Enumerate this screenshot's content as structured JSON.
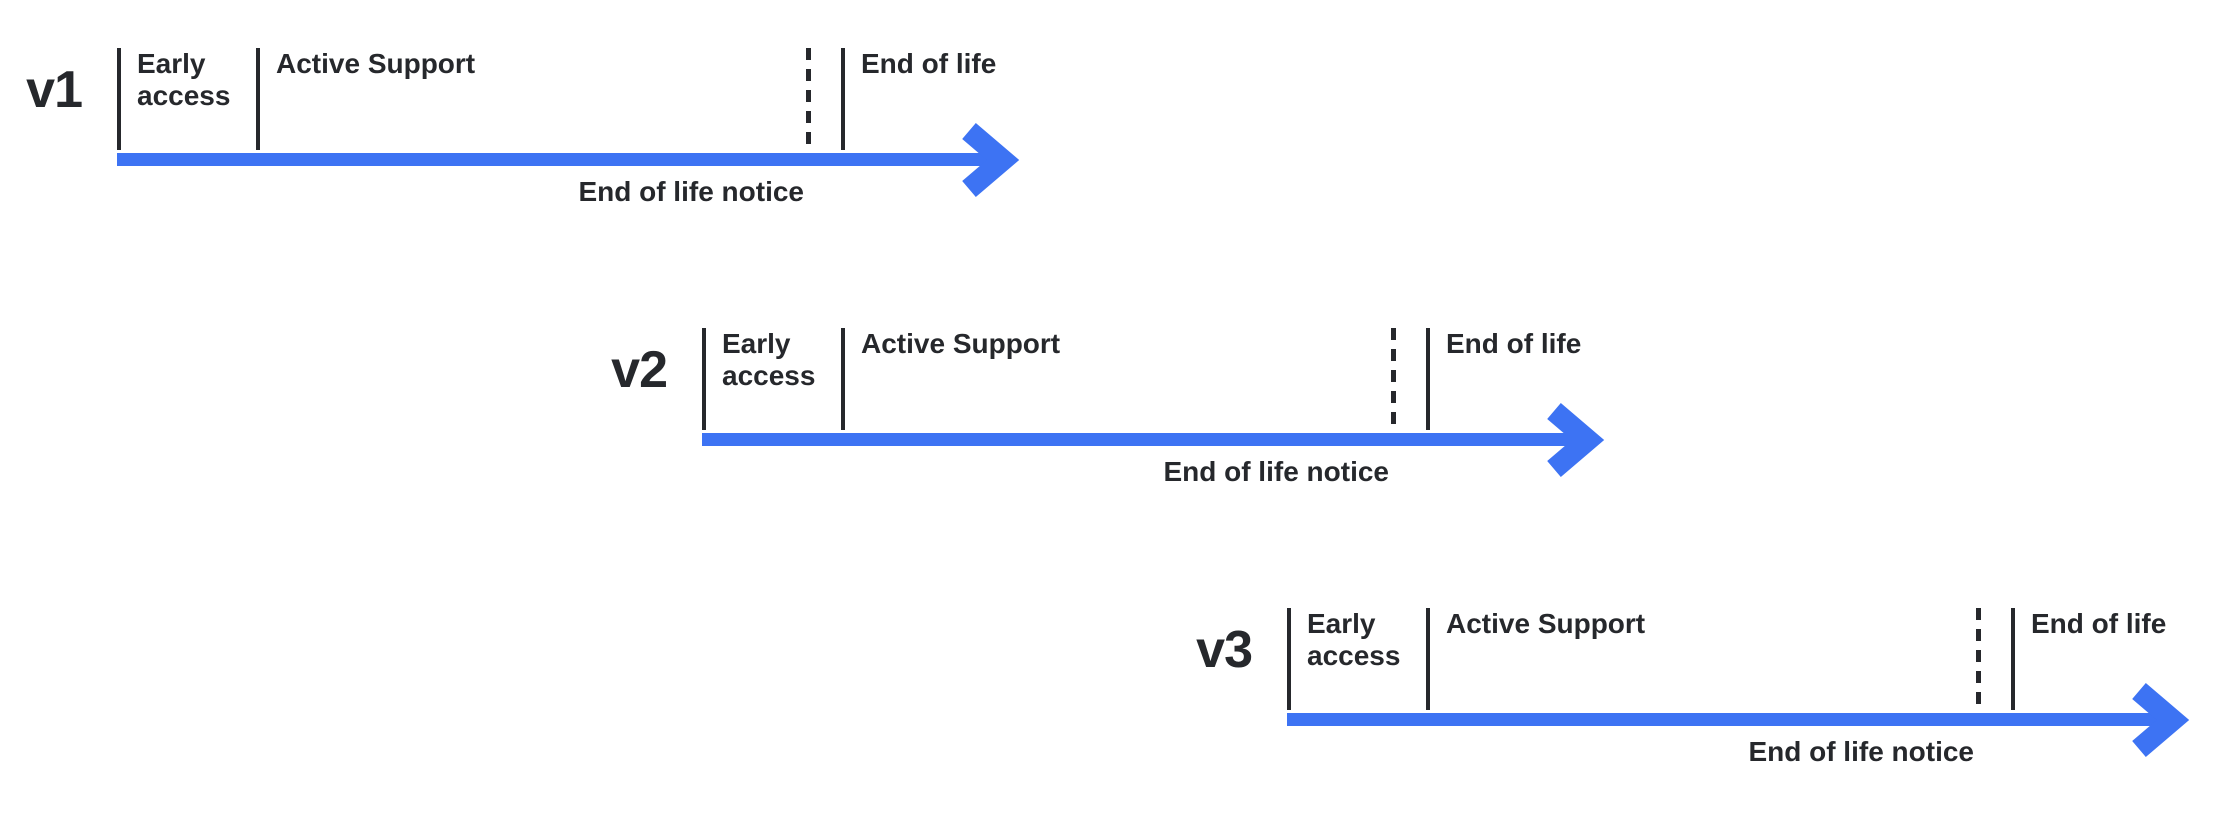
{
  "colors": {
    "arrow_blue": "#3d73f3",
    "text_dark": "#26282c",
    "tick_black": "#26282c"
  },
  "timelines": [
    {
      "version": "v1",
      "early_access_label": "Early access",
      "active_support_label": "Active Support",
      "end_of_life_label": "End of life",
      "end_of_life_notice_label": "End of life notice"
    },
    {
      "version": "v2",
      "early_access_label": "Early access",
      "active_support_label": "Active Support",
      "end_of_life_label": "End of life",
      "end_of_life_notice_label": "End of life notice"
    },
    {
      "version": "v3",
      "early_access_label": "Early access",
      "active_support_label": "Active Support",
      "end_of_life_label": "End of life",
      "end_of_life_notice_label": "End of life notice"
    }
  ]
}
